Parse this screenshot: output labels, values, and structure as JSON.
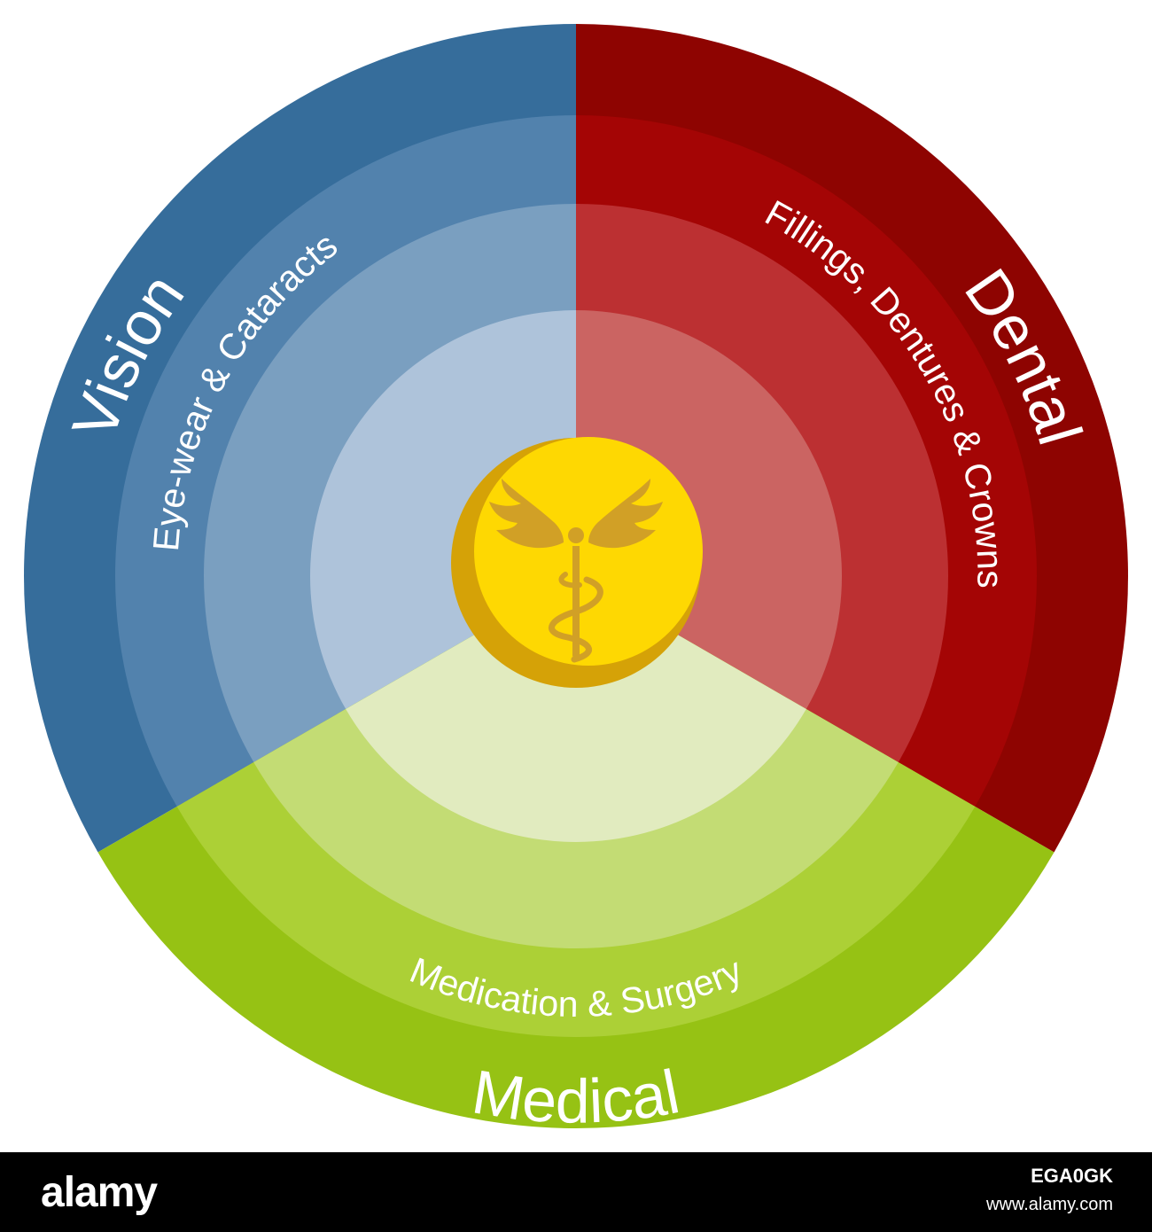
{
  "diagram": {
    "center_icon": "caduceus-icon",
    "segments": [
      {
        "key": "vision",
        "title": "Vision",
        "subtitle": "Eye-wear & Cataracts",
        "colors": [
          "#366d9b",
          "#5282ad",
          "#7a9fc0",
          "#aec3da"
        ]
      },
      {
        "key": "dental",
        "title": "Dental",
        "subtitle": "Fillings, Dentures & Crowns",
        "colors": [
          "#8e0401",
          "#a40505",
          "#bc3032",
          "#cb6462"
        ]
      },
      {
        "key": "medical",
        "title": "Medical",
        "subtitle": "Medication & Surgery",
        "colors": [
          "#96c214",
          "#acd036",
          "#c3dc74",
          "#e1ebbf"
        ]
      }
    ],
    "coin_colors": {
      "face": "#fed802",
      "rim": "#d5a207",
      "symbol": "#d1a026"
    }
  },
  "footer": {
    "logo": "alamy",
    "image_id": "EGA0GK",
    "url": "www.alamy.com"
  }
}
